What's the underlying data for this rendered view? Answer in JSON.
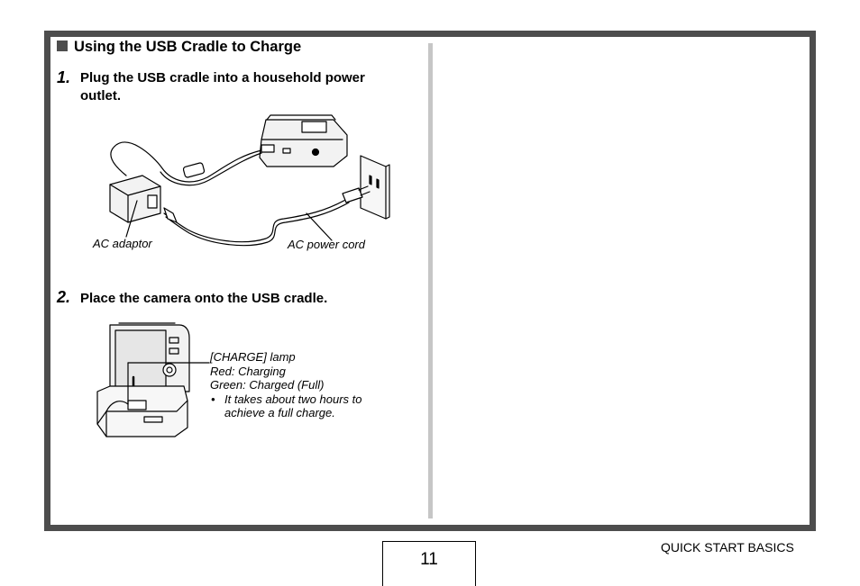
{
  "section": {
    "title": "Using the USB Cradle to Charge"
  },
  "steps": [
    {
      "number": "1.",
      "text_line1": "Plug the USB cradle into a household power",
      "text_line2": "outlet."
    },
    {
      "number": "2.",
      "text": "Place the camera onto the USB cradle."
    }
  ],
  "figure1": {
    "label_adaptor": "AC adaptor",
    "label_cord": "AC power cord"
  },
  "figure2": {
    "lamp_title": "[CHARGE] lamp",
    "red": "Red: Charging",
    "green": "Green: Charged (Full)",
    "bullet": "•",
    "note_line1": "It takes about two hours to",
    "note_line2": "achieve a full charge."
  },
  "footer": {
    "page_number": "11",
    "chapter": "QUICK START BASICS"
  },
  "colors": {
    "frame": "#4d4d4d",
    "divider": "#c6c6c6"
  }
}
